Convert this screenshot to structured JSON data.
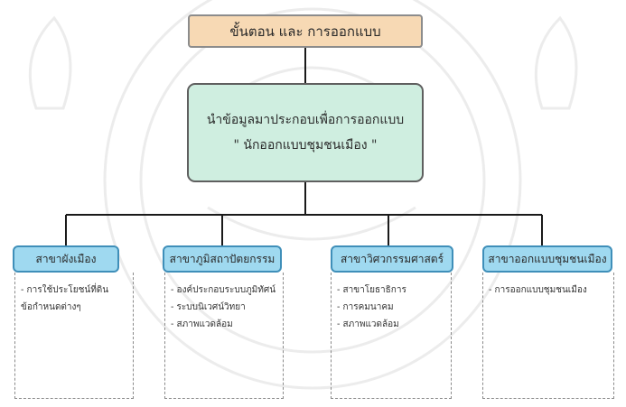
{
  "top": {
    "label": "ขั้นตอน และ การออกแบบ"
  },
  "center": {
    "line1": "นำข้อมูลมาประกอบเพื่อการออกแบบ",
    "line2": "\" นักออกแบบชุมชนเมือง \""
  },
  "branches": [
    {
      "title": "สาขาผังเมือง",
      "items": [
        "- การใช้ประโยชน์ที่ดิน",
        "ข้อกำหนดต่างๆ"
      ]
    },
    {
      "title": "สาขาภูมิสถาปัตยกรรม",
      "items": [
        "- องค์ประกอบระบบภูมิทัศน์",
        "- ระบบนิเวศน์วิทยา",
        "- สภาพแวดล้อม"
      ]
    },
    {
      "title": "สาขาวิศวกรรมศาสตร์",
      "items": [
        "- สาขาโยธาธิการ",
        "- การคมนาคม",
        "- สภาพแวดล้อม"
      ]
    },
    {
      "title": "สาขาออกแบบชุมชนเมือง",
      "items": [
        "- การออกแบบชุมชนเมือง"
      ]
    }
  ],
  "colors": {
    "top_fill": "#f7d9b4",
    "center_fill": "#cfeee0",
    "branch_fill": "#9fd9f0",
    "branch_border": "#3f8fb9"
  }
}
